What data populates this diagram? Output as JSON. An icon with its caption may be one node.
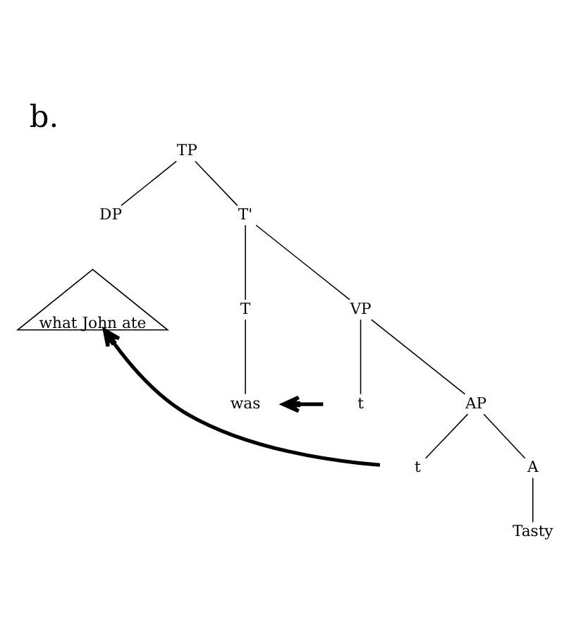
{
  "diagram": {
    "title": "b.",
    "nodes": [
      {
        "text": [
          "TP"
        ]
      },
      {
        "text": [
          "DP"
        ]
      },
      {
        "text": [
          "T'"
        ]
      },
      {
        "text": [
          "what John ate"
        ]
      },
      {
        "text": [
          "T"
        ]
      },
      {
        "text": [
          "VP"
        ]
      },
      {
        "text": [
          "was"
        ]
      },
      {
        "text": [
          "t"
        ]
      },
      {
        "text": [
          "AP"
        ]
      },
      {
        "text": [
          "t"
        ]
      },
      {
        "text": [
          "A"
        ]
      },
      {
        "text": [
          "Tasty"
        ]
      }
    ],
    "edges": [
      {
        "from": 0,
        "to": 1,
        "arrow": "none"
      },
      {
        "from": 0,
        "to": 2,
        "arrow": "none"
      },
      {
        "from": 2,
        "to": 4,
        "arrow": "none"
      },
      {
        "from": 2,
        "to": 5,
        "arrow": "none"
      },
      {
        "from": 4,
        "to": 6,
        "arrow": "none"
      },
      {
        "from": 5,
        "to": 7,
        "arrow": "none"
      },
      {
        "from": 5,
        "to": 8,
        "arrow": "none"
      },
      {
        "from": 8,
        "to": 9,
        "arrow": "none"
      },
      {
        "from": 8,
        "to": 10,
        "arrow": "none"
      },
      {
        "from": 10,
        "to": 11,
        "arrow": "none"
      },
      {
        "from": 7,
        "to": 6,
        "arrow": "to",
        "style": "thick"
      },
      {
        "from": 9,
        "to": 3,
        "arrow": "to",
        "style": "thick"
      }
    ]
  }
}
